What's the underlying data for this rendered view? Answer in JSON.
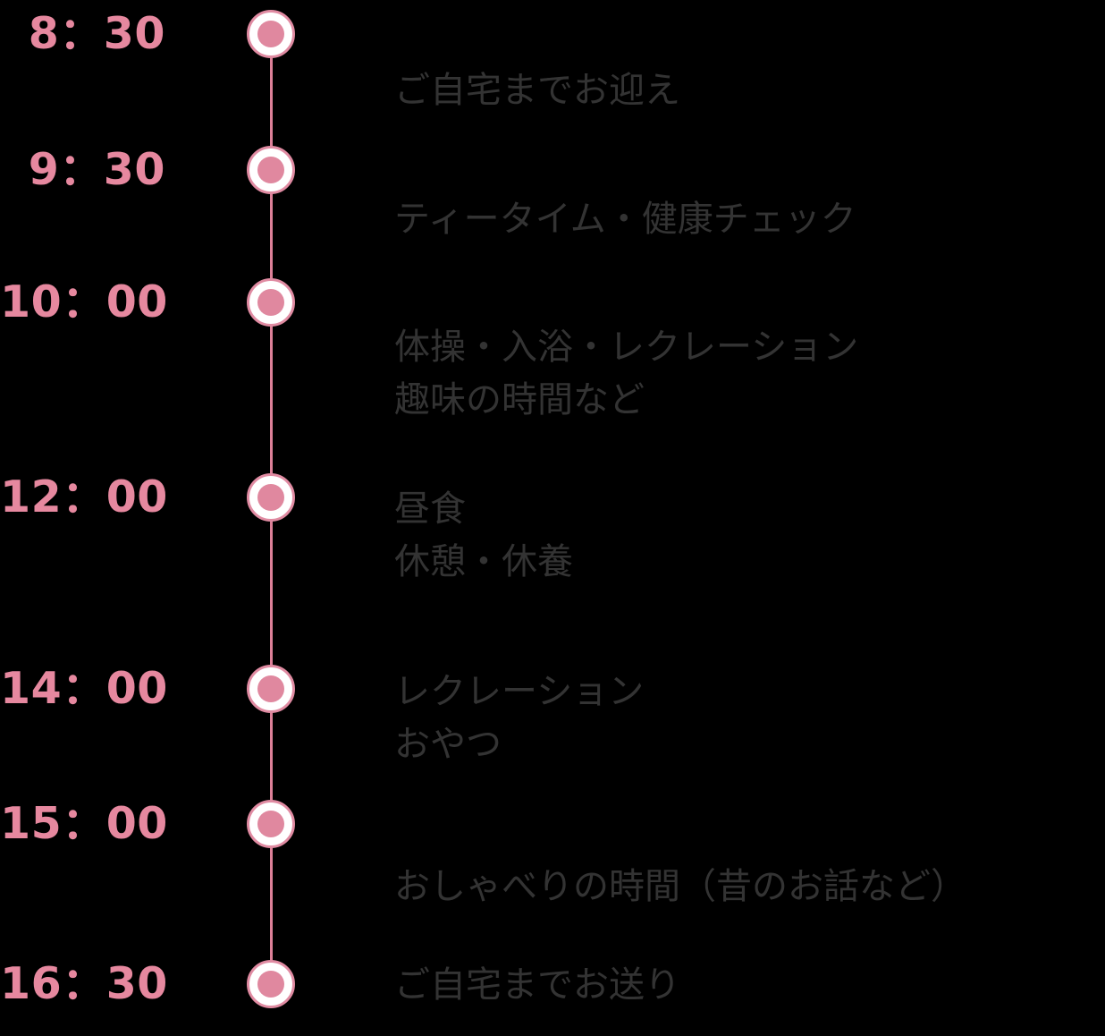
{
  "theme": {
    "background": "#000000",
    "accent_pink": "#e6889f",
    "marker_ring": "#e08ba2",
    "marker_dot": "#e0889f",
    "spine": "#dd8098",
    "text_color": "#333333"
  },
  "schedule": {
    "entries": [
      {
        "time": "8：30",
        "lines": [
          "ご自宅までお迎え"
        ]
      },
      {
        "time": "9：30",
        "lines": [
          "ティータイム・健康チェック"
        ]
      },
      {
        "time": "10：00",
        "lines": [
          "体操・入浴・レクレーション",
          "趣味の時間など"
        ]
      },
      {
        "time": "12：00",
        "lines": [
          "昼食",
          "休憩・休養"
        ]
      },
      {
        "time": "14：00",
        "lines": [
          "レクレーション",
          "おやつ"
        ]
      },
      {
        "time": "15：00",
        "lines": [
          "おしゃべりの時間（昔のお話など）"
        ]
      },
      {
        "time": "16：30",
        "lines": [
          "ご自宅までお送り"
        ]
      }
    ]
  }
}
